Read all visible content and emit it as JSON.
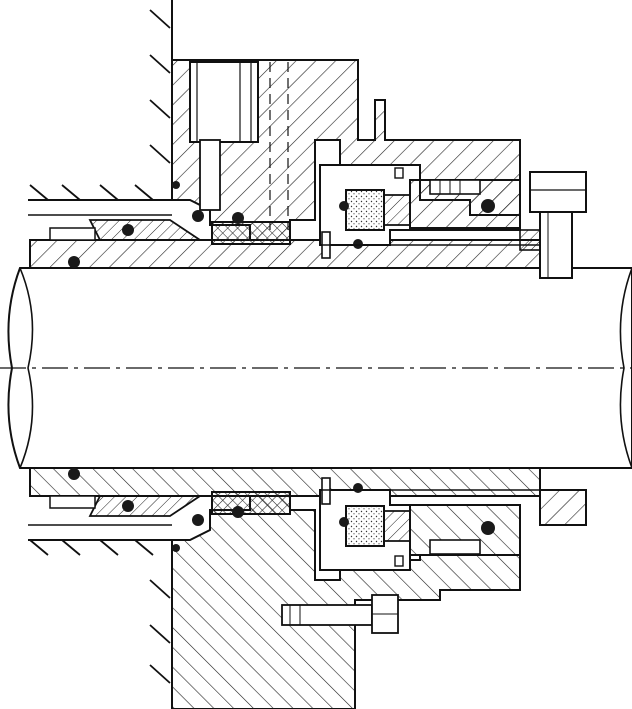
{
  "figure": {
    "subject": "mechanical-seal-cross-section",
    "view": "sectional",
    "symmetric_about": "shaft-axis",
    "colors": {
      "line": "#111111",
      "background": "#ffffff",
      "hatch": "#222222",
      "seal_face": "#2a2a2a"
    },
    "parts": [
      {
        "name": "shaft",
        "hatch": "none"
      },
      {
        "name": "shaft-sleeve",
        "hatch": "single"
      },
      {
        "name": "pump-casing",
        "hatch": "earth"
      },
      {
        "name": "seal-gland",
        "hatch": "single"
      },
      {
        "name": "stationary-seat",
        "hatch": "single"
      },
      {
        "name": "carbon-seal-ring",
        "hatch": "dots"
      },
      {
        "name": "packing-ring",
        "hatch": "cross"
      },
      {
        "name": "retaining-ring",
        "hatch": "none"
      },
      {
        "name": "drive-collar",
        "hatch": "single"
      },
      {
        "name": "set-screw",
        "hatch": "none"
      },
      {
        "name": "cap-screw",
        "hatch": "none"
      },
      {
        "name": "flush-port",
        "hatch": "none"
      },
      {
        "name": "o-ring",
        "hatch": "solid",
        "count": 10
      }
    ]
  }
}
